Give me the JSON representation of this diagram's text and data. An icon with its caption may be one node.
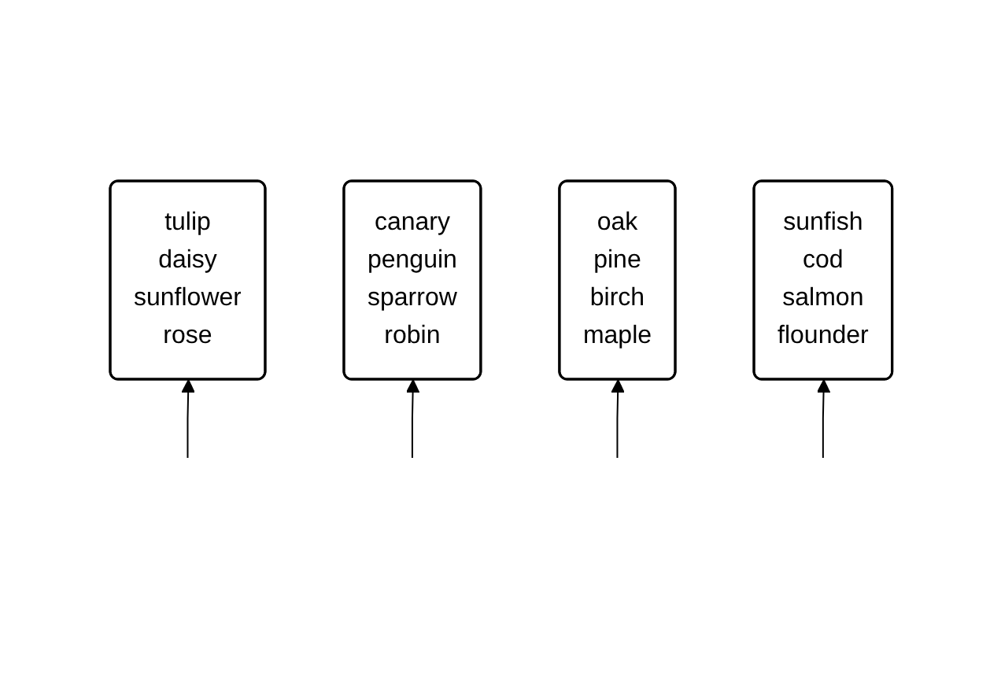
{
  "diagram": {
    "nodes": [
      {
        "text": [
          "sunfish",
          "cod",
          "salmon",
          "flounder"
        ]
      },
      {
        "text": [
          "tulip",
          "daisy",
          "sunflower",
          "rose"
        ]
      },
      {
        "text": [
          "canary",
          "penguin",
          "sparrow",
          "robin"
        ]
      },
      {
        "text": [
          "oak",
          "pine",
          "birch",
          "maple"
        ]
      }
    ],
    "edges": [
      {
        "from": null,
        "to": 1,
        "arrow": "to"
      },
      {
        "from": null,
        "to": 2,
        "arrow": "to"
      },
      {
        "from": null,
        "to": 3,
        "arrow": "to"
      },
      {
        "from": null,
        "to": 0,
        "arrow": "to"
      }
    ]
  }
}
